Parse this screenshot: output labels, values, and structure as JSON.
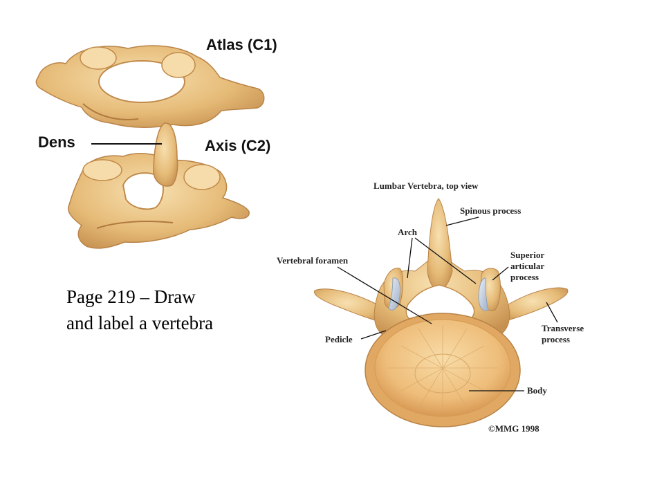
{
  "upper_labels": {
    "atlas": "Atlas (C1)",
    "dens": "Dens",
    "axis": "Axis (C2)"
  },
  "caption": {
    "line1": "Page 219 – Draw",
    "line2": "and label a vertebra"
  },
  "lumbar": {
    "title": "Lumbar Vertebra, top view",
    "labels": {
      "spinous_process": "Spinous process",
      "arch": "Arch",
      "superior_1": "Superior",
      "superior_2": "articular",
      "superior_3": "process",
      "vertebral_foramen": "Vertebral foramen",
      "transverse_1": "Transverse",
      "transverse_2": "process",
      "pedicle": "Pedicle",
      "body": "Body"
    },
    "copyright": "©MMG 1998"
  },
  "colors": {
    "bone_light": "#f2d29a",
    "bone_mid": "#e2b46e",
    "bone_dark": "#c99252",
    "cartilage": "#cfd8e6"
  }
}
